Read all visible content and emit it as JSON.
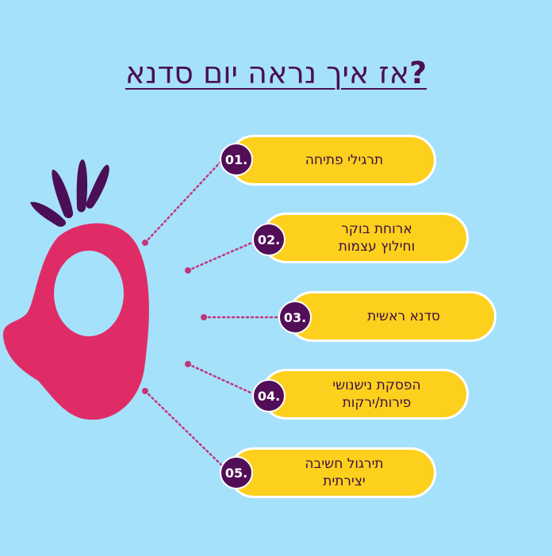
{
  "title": {
    "text": "אז איך נראה יום סדנא",
    "mark": "?"
  },
  "steps": [
    {
      "number": "01.",
      "label": "תרגילי פתיחה"
    },
    {
      "number": "02.",
      "label": "ארוחת בוקר\nוחילוץ עצמות"
    },
    {
      "number": "03.",
      "label": "סדנא ראשית"
    },
    {
      "number": "04.",
      "label": "הפסקת נישנושי\nפירות/ירקות"
    },
    {
      "number": "05.",
      "label": "תירגול חשיבה\nיצירתית"
    }
  ],
  "colors": {
    "background": "#a6e1fb",
    "pill": "#fdd01d",
    "badge": "#520e57",
    "blob": "#df2c67",
    "dots": "#c2367b",
    "title": "#4a0f56"
  },
  "icons": {
    "mascot": "speaking-head-icon",
    "sparks": "exclamation-sparks-icon"
  }
}
